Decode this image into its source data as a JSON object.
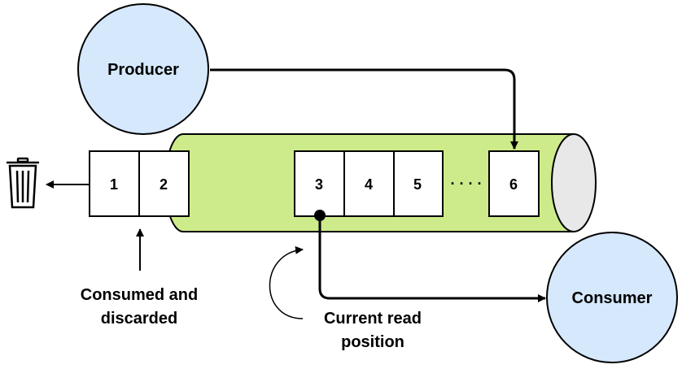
{
  "producer": {
    "label": "Producer"
  },
  "consumer": {
    "label": "Consumer"
  },
  "discarded_items": [
    "1",
    "2"
  ],
  "queue_items": [
    "3",
    "4",
    "5"
  ],
  "ellipsis": "· · · ·",
  "tail_item": "6",
  "annotations": {
    "consumed_line1": "Consumed and",
    "consumed_line2": "discarded",
    "read_line1": "Current read",
    "read_line2": "position"
  },
  "colors": {
    "node_fill": "#d6e8fc",
    "pipe_fill": "#cdeb8b",
    "pipe_end_fill": "#e8e8e8",
    "stroke": "#000000"
  },
  "icons": [
    "trash-icon"
  ]
}
